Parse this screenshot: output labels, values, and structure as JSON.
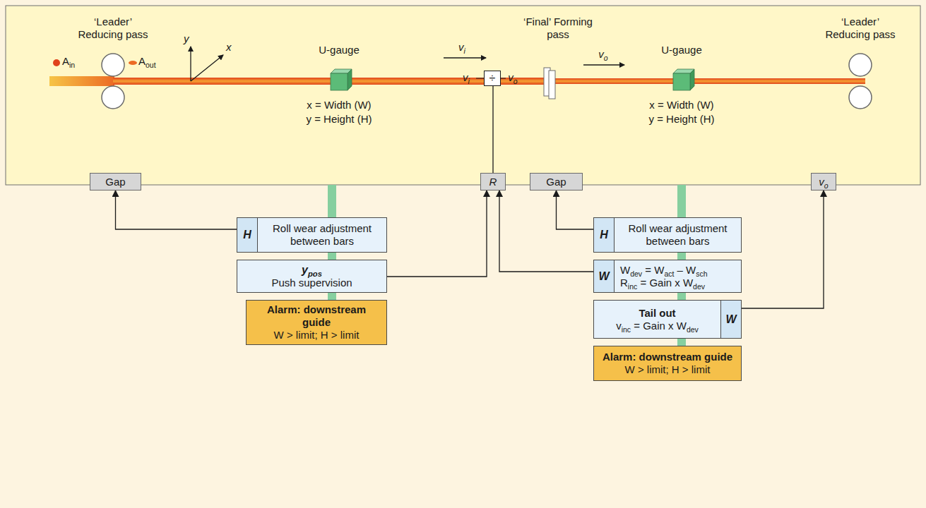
{
  "diagram": {
    "nodes": [
      {
        "text": [
          "÷"
        ]
      },
      {
        "text": [
          "Gap"
        ]
      },
      {
        "text": [
          "R"
        ]
      },
      {
        "text": [
          "Gap"
        ]
      },
      {
        "text": [
          "vo"
        ]
      },
      {
        "text": [
          "H",
          "Roll wear adjustment between bars"
        ]
      },
      {
        "text": [
          "ypos",
          "Push supervision"
        ]
      },
      {
        "text": [
          "Alarm: downstream guide",
          "W > limit; H > limit"
        ]
      },
      {
        "text": [
          "H",
          "Roll wear adjustment between bars"
        ]
      },
      {
        "text": [
          "W",
          "Wdev = Wact – Wsch",
          "Rinc = Gain x Wdev"
        ]
      },
      {
        "text": [
          "Tail out",
          "vinc = Gain x Wdev",
          "W"
        ]
      },
      {
        "text": [
          "Alarm: downstream guide",
          "W > limit; H > limit"
        ]
      }
    ],
    "edges": [
      {
        "from": 0,
        "to": 2,
        "arrow": "none"
      },
      {
        "from": 5,
        "to": 1,
        "arrow": "to"
      },
      {
        "from": 6,
        "to": 2,
        "arrow": "to"
      },
      {
        "from": 9,
        "to": 2,
        "arrow": "to"
      },
      {
        "from": 8,
        "to": 3,
        "arrow": "to"
      },
      {
        "from": 10,
        "to": 4,
        "arrow": "to"
      }
    ],
    "labels": [
      "‘Leader’ Reducing pass",
      "Ain",
      "Aout",
      "y",
      "x",
      "U-gauge",
      "x = Width (W)",
      "y = Height (H)",
      "vi",
      "vi",
      "vo",
      "‘Final’ Forming pass",
      "vo",
      "U-gauge",
      "x = Width (W)",
      "y = Height (H)",
      "‘Leader’ Reducing pass"
    ]
  }
}
